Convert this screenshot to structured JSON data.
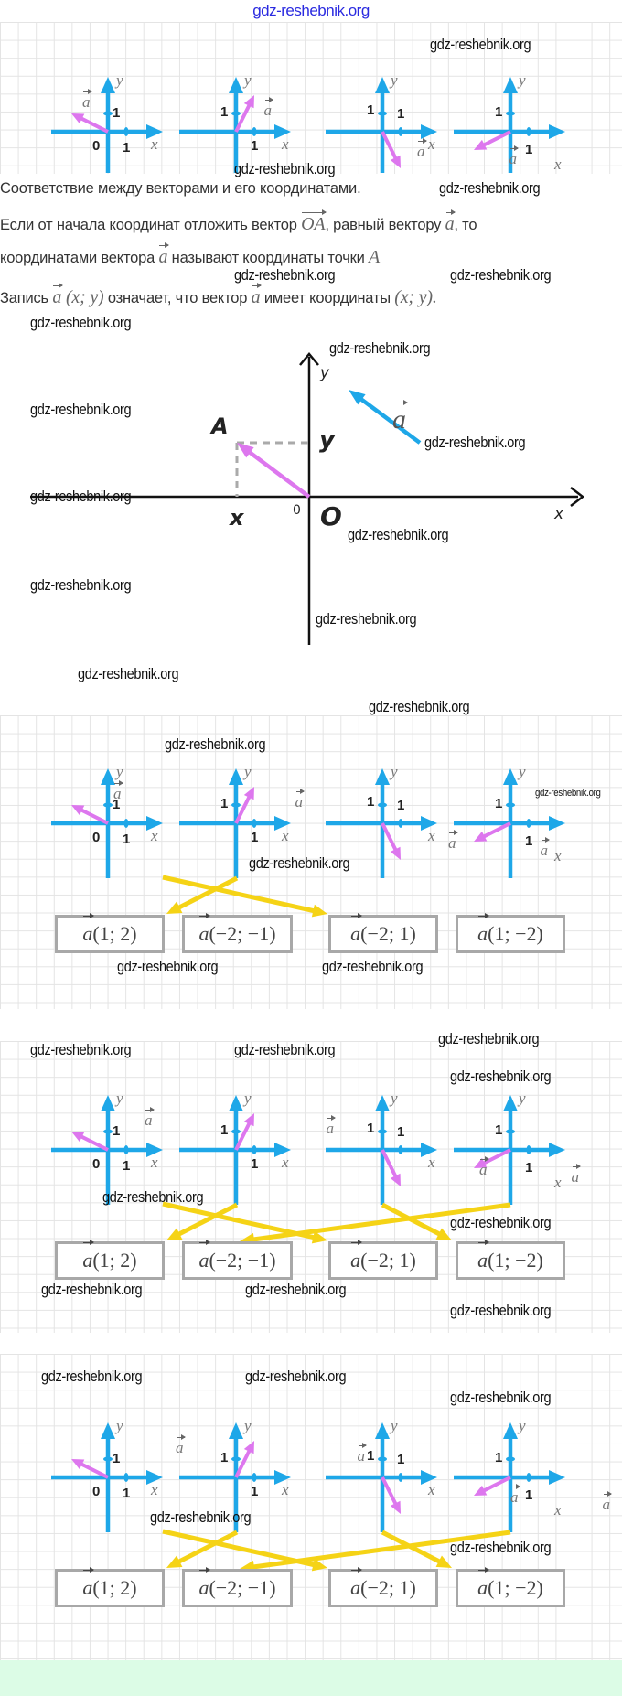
{
  "site_title": "gdz-reshebnik.org",
  "watermark": "gdz-reshebnik.org",
  "text": {
    "p1": "Соответствие между векторами и его координатами.",
    "p2a": "Если от начала координат отложить вектор ",
    "p2_oa": "OA",
    "p2b": ", равный вектору ",
    "vec_a": "a",
    "p2c": ", то",
    "p3a": "координатами вектора ",
    "p3b": " называют координаты точки ",
    "p3_A": "A",
    "p4a": "Запись ",
    "p4_xy": " (x;  y)",
    "p4b": " означает, что вектор ",
    "p4c": " имеет координаты ",
    "p4_xy2": "(x;  y)."
  },
  "mini": {
    "y": "y",
    "x": "x",
    "one": "1",
    "zero": "0",
    "vec": "a"
  },
  "mini_vectors": [
    [
      -2,
      1
    ],
    [
      1,
      2
    ],
    [
      1,
      -2
    ],
    [
      -2,
      -1
    ]
  ],
  "boxes": [
    "(1; 2)",
    "(−2; −1)",
    "(−2; 1)",
    "(1; −2)"
  ],
  "diagram": {
    "A": "A",
    "y": "y",
    "x": "x",
    "zero": "0",
    "O": "O",
    "axis_y": "y",
    "axis_x": "x",
    "vec": "a"
  },
  "colors": {
    "axis": "#1ea7e8",
    "vector": "#dd77ee",
    "match_arrow": "#f5d316",
    "box_border": "#a8a8a8",
    "footer": "#dcfce6",
    "title": "#2a2ae0"
  }
}
